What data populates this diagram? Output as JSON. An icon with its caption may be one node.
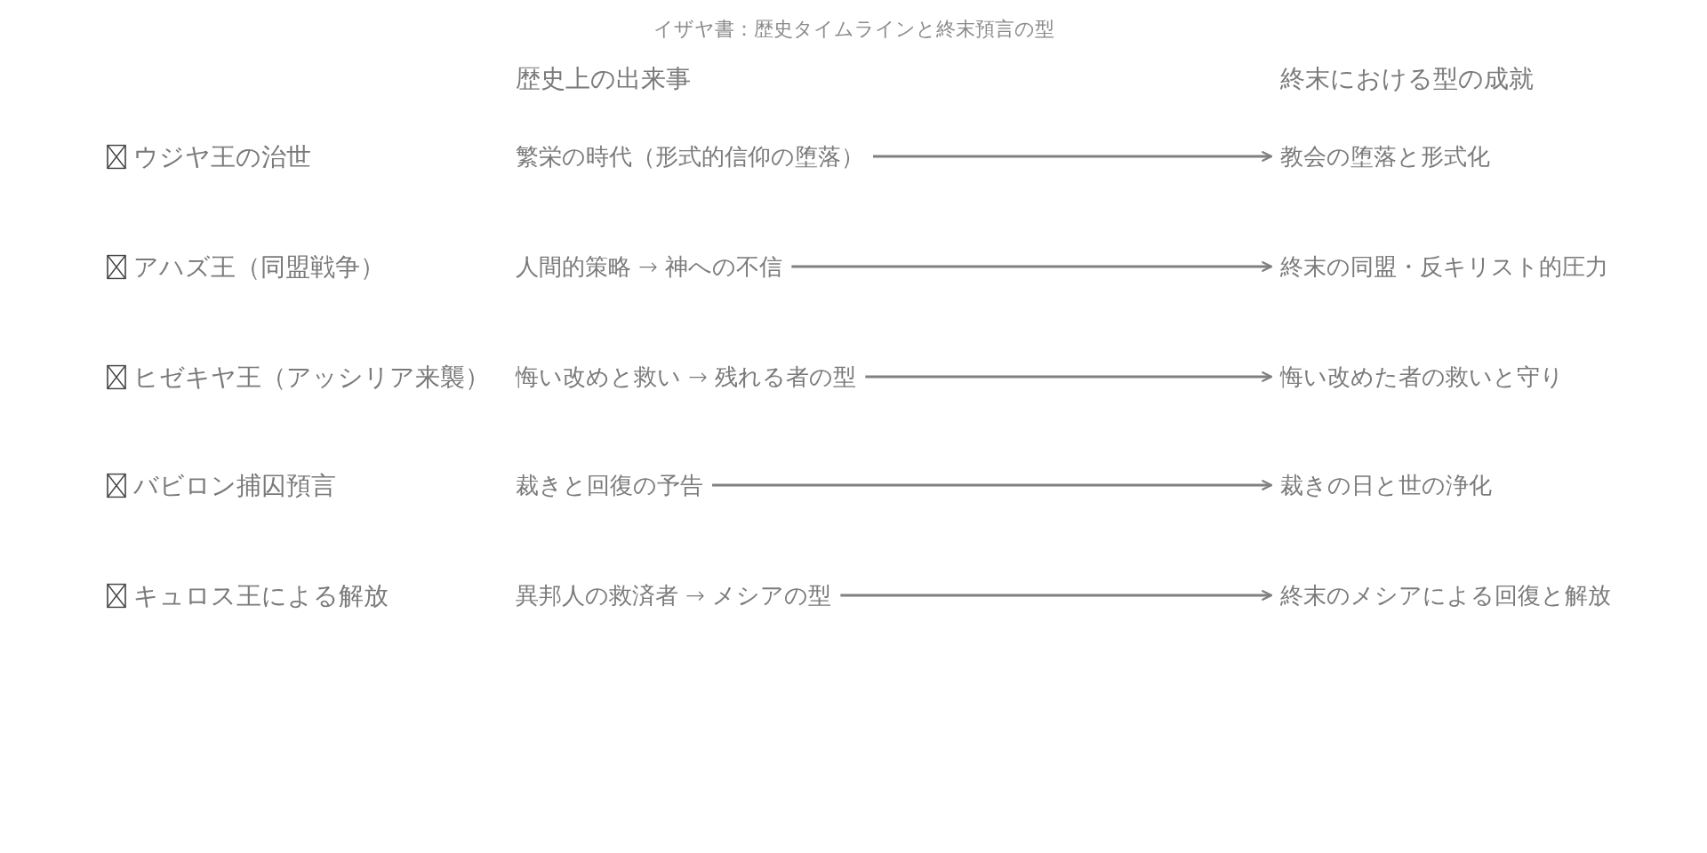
{
  "diagram": {
    "title": "イザヤ書：歴史タイムラインと終末預言の型",
    "nodes": [
      {
        "text": [
          "繁栄の時代（形式的信仰の堕落）"
        ]
      },
      {
        "text": [
          "教会の堕落と形式化"
        ]
      },
      {
        "text": [
          "人間的策略 → 神への不信"
        ]
      },
      {
        "text": [
          "終末の同盟・反キリスト的圧力"
        ]
      },
      {
        "text": [
          "悔い改めと救い → 残れる者の型"
        ]
      },
      {
        "text": [
          "悔い改めた者の救いと守り"
        ]
      },
      {
        "text": [
          "裁きと回復の予告"
        ]
      },
      {
        "text": [
          "裁きの日と世の浄化"
        ]
      },
      {
        "text": [
          "異邦人の救済者 → メシアの型"
        ]
      },
      {
        "text": [
          "終末のメシアによる回復と解放"
        ]
      }
    ],
    "edges": [
      {
        "from": 0,
        "to": 1,
        "arrow": "to"
      },
      {
        "from": 2,
        "to": 3,
        "arrow": "to"
      },
      {
        "from": 4,
        "to": 5,
        "arrow": "to"
      },
      {
        "from": 6,
        "to": 7,
        "arrow": "to"
      },
      {
        "from": 8,
        "to": 9,
        "arrow": "to"
      }
    ],
    "labels": [
      "歴史上の出来事",
      "終末における型の成就",
      "ウジヤ王の治世",
      "アハズ王（同盟戦争）",
      "ヒゼキヤ王（アッシリア来襲）",
      "バビロン捕囚預言",
      "キュロス王による解放"
    ]
  }
}
